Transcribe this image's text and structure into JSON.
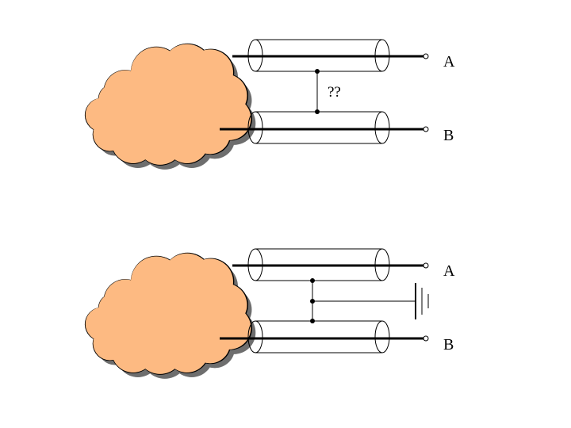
{
  "colors": {
    "cloud_fill": "#FDBA82",
    "cloud_shadow": "#6E6E6E",
    "line": "#000000"
  },
  "top_circuit": {
    "terminal_a": "A",
    "terminal_b": "B",
    "unknown_connection": "??"
  },
  "bottom_circuit": {
    "terminal_a": "A",
    "terminal_b": "B",
    "ground_symbol": "ground-icon"
  }
}
